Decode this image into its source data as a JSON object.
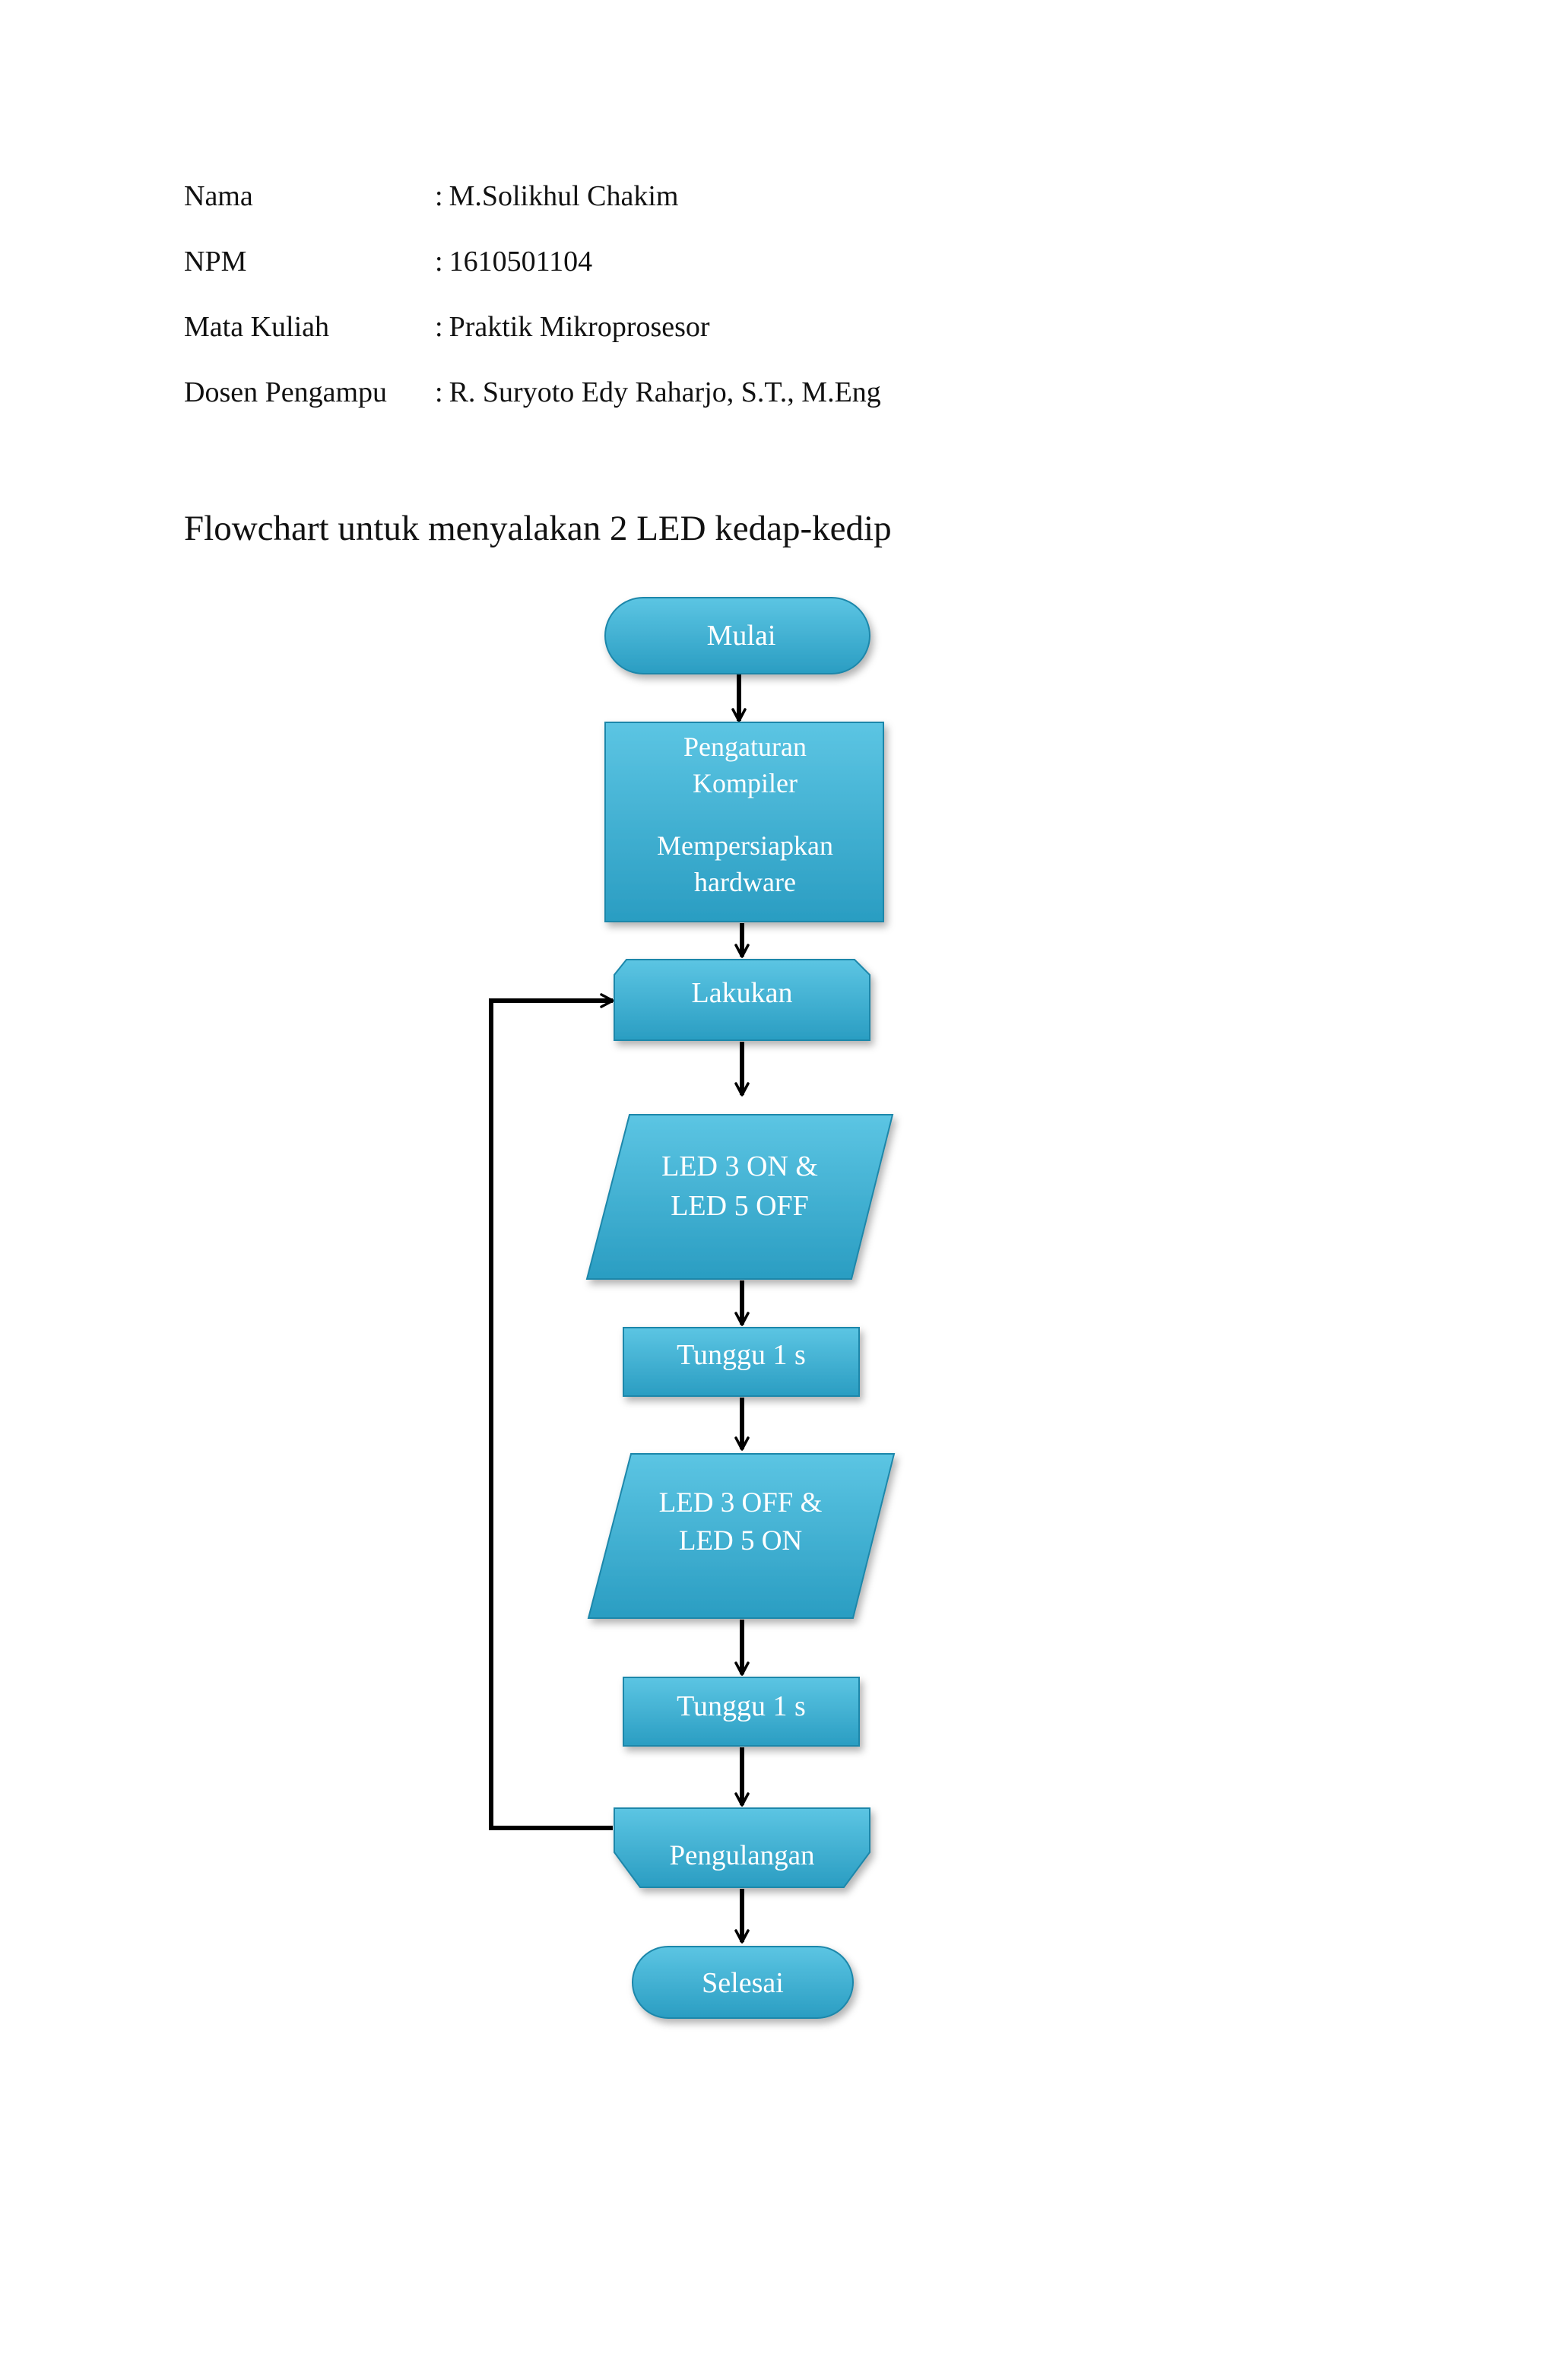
{
  "info": [
    {
      "label": "Nama",
      "separator": ":",
      "value": "M.Solikhul  Chakim"
    },
    {
      "label": "NPM",
      "separator": ":",
      "value": "1610501104"
    },
    {
      "label": "Mata Kuliah",
      "separator": ":",
      "value": "Praktik  Mikroprosesor"
    },
    {
      "label": "Dosen Pengampu",
      "separator": ":",
      "value": "R. Suryoto  Edy  Raharjo,  S.T., M.Eng"
    }
  ],
  "heading": "Flowchart  untuk  menyalakan  2 LED kedap-kedip",
  "flowchart": {
    "colors": {
      "fill_light": "#5cc5e3",
      "fill_dark": "#2a9dc2",
      "stroke": "#1f87aa",
      "arrow": "#000000",
      "text": "#ffffff"
    },
    "nodes": {
      "start": {
        "shape": "terminator",
        "lines": [
          "Mulai"
        ]
      },
      "setup": {
        "shape": "process",
        "lines": [
          "Pengaturan",
          "Kompiler",
          "Mempersiapkan",
          "hardware"
        ]
      },
      "loop_start": {
        "shape": "loop-limit-start",
        "lines": [
          "Lakukan"
        ]
      },
      "output_1": {
        "shape": "data",
        "lines": [
          "LED  3 ON &",
          "LED  5 OFF"
        ]
      },
      "wait_1": {
        "shape": "process",
        "lines": [
          "Tunggu   1 s"
        ]
      },
      "output_2": {
        "shape": "data",
        "lines": [
          "LED 3 OFF &",
          "LED 5 ON"
        ]
      },
      "wait_2": {
        "shape": "process",
        "lines": [
          "Tunggu   1 s"
        ]
      },
      "loop_end": {
        "shape": "loop-limit-end",
        "lines": [
          "Pengulangan"
        ]
      },
      "end": {
        "shape": "terminator",
        "lines": [
          "Selesai"
        ]
      }
    }
  }
}
